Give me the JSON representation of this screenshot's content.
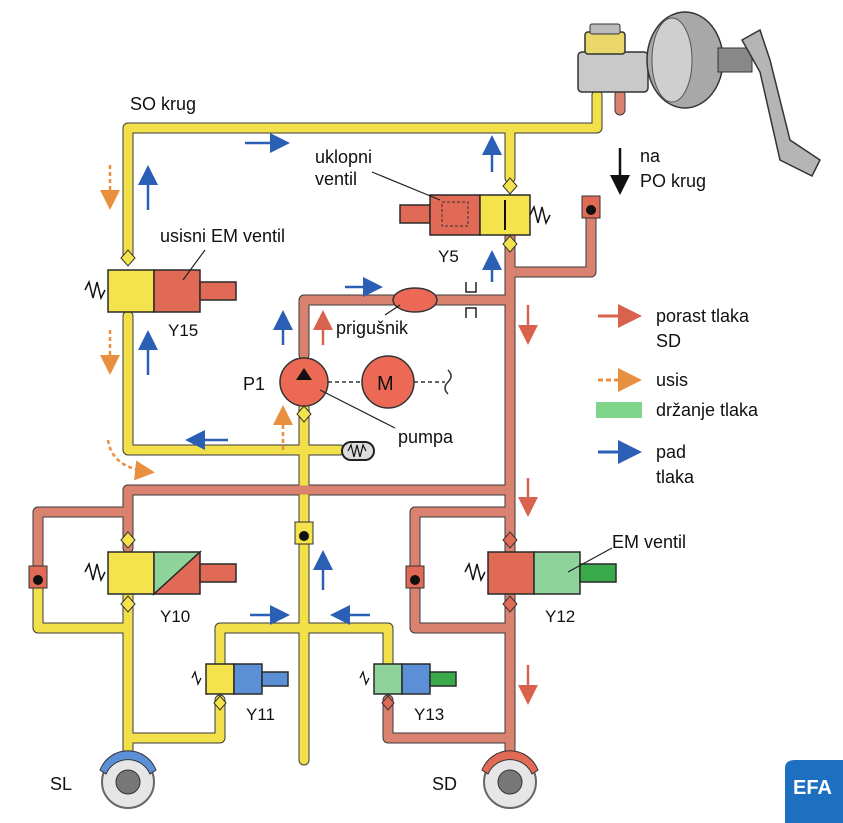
{
  "labels": {
    "so_krug": "SO krug",
    "na": "na",
    "po_krug": "PO krug",
    "uklopni": "uklopni",
    "ventil": "ventil",
    "y5": "Y5",
    "usisni_em_ventil": "usisni EM ventil",
    "y15": "Y15",
    "prigusnik": "prigušnik",
    "p1": "P1",
    "motor": "M",
    "pumpa": "pumpa",
    "y10": "Y10",
    "y12": "Y12",
    "em_ventil": "EM ventil",
    "y11": "Y11",
    "y13": "Y13",
    "sl": "SL",
    "sd": "SD",
    "efa": "EFA"
  },
  "legend": [
    {
      "label_1": "porast tlaka",
      "label_2": "SD",
      "symbol": "red-arrow",
      "color": "#d9624e"
    },
    {
      "label_1": "usis",
      "label_2": "",
      "symbol": "dashed-orange-arrow",
      "color": "#e89040"
    },
    {
      "label_1": "držanje tlaka",
      "label_2": "",
      "symbol": "green-bar",
      "color": "#7fd68a"
    },
    {
      "label_1": "pad",
      "label_2": "tlaka",
      "symbol": "blue-arrow",
      "color": "#2b5fb5"
    }
  ],
  "colors": {
    "yellow_line": "#f2e04a",
    "red_line": "#d9826f",
    "valve_yellow": "#f5e34d",
    "valve_red": "#e06a55",
    "valve_green": "#8ed49a",
    "valve_blue": "#5b8fd6",
    "pump_red": "#ec6a55",
    "arrow_blue": "#2b5fb5",
    "arrow_red": "#d9624e",
    "arrow_orange": "#e89040"
  }
}
